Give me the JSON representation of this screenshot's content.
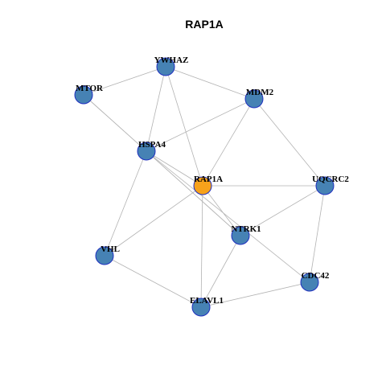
{
  "title": "RAP1A",
  "colors": {
    "center_node": "#f7a21b",
    "node": "#4682b4",
    "node_border": "#1f2fbf",
    "edge": "#b3b3b3"
  },
  "nodes": [
    {
      "id": "YWHAZ",
      "label": "YWHAZ",
      "center": false
    },
    {
      "id": "MTOR",
      "label": "MTOR",
      "center": false
    },
    {
      "id": "MDM2",
      "label": "MDM2",
      "center": false
    },
    {
      "id": "HSPA4",
      "label": "HSPA4",
      "center": false
    },
    {
      "id": "RAP1A",
      "label": "RAP1A",
      "center": true
    },
    {
      "id": "UQCRC2",
      "label": "UQCRC2",
      "center": false
    },
    {
      "id": "NTRK1",
      "label": "NTRK1",
      "center": false
    },
    {
      "id": "VHL",
      "label": "VHL",
      "center": false
    },
    {
      "id": "CDC42",
      "label": "CDC42",
      "center": false
    },
    {
      "id": "ELAVL1",
      "label": "ELAVL1",
      "center": false
    }
  ],
  "edges": [
    [
      "YWHAZ",
      "MTOR"
    ],
    [
      "YWHAZ",
      "MDM2"
    ],
    [
      "YWHAZ",
      "HSPA4"
    ],
    [
      "YWHAZ",
      "RAP1A"
    ],
    [
      "MTOR",
      "HSPA4"
    ],
    [
      "MTOR",
      "NTRK1"
    ],
    [
      "MDM2",
      "HSPA4"
    ],
    [
      "MDM2",
      "RAP1A"
    ],
    [
      "MDM2",
      "UQCRC2"
    ],
    [
      "HSPA4",
      "RAP1A"
    ],
    [
      "HSPA4",
      "NTRK1"
    ],
    [
      "HSPA4",
      "CDC42"
    ],
    [
      "HSPA4",
      "VHL"
    ],
    [
      "RAP1A",
      "UQCRC2"
    ],
    [
      "RAP1A",
      "NTRK1"
    ],
    [
      "RAP1A",
      "VHL"
    ],
    [
      "RAP1A",
      "ELAVL1"
    ],
    [
      "UQCRC2",
      "NTRK1"
    ],
    [
      "UQCRC2",
      "CDC42"
    ],
    [
      "NTRK1",
      "ELAVL1"
    ],
    [
      "VHL",
      "ELAVL1"
    ],
    [
      "ELAVL1",
      "CDC42"
    ]
  ]
}
